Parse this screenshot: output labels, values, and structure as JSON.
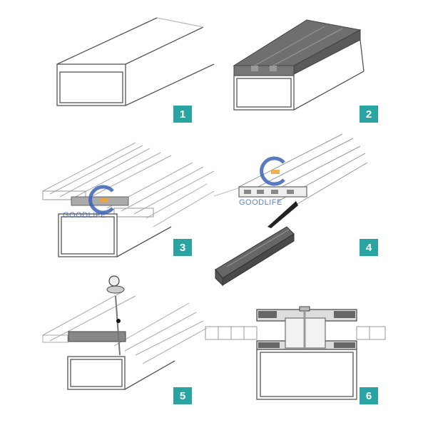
{
  "colors": {
    "badge": "#2aa3a3",
    "outline": "#555555",
    "light_outline": "#9a9a9a",
    "profile_fill": "#6f6f6f",
    "watermark_blue": "#3b63b7",
    "watermark_orange": "#f2a23b"
  },
  "steps": [
    {
      "number": "1"
    },
    {
      "number": "2"
    },
    {
      "number": "3"
    },
    {
      "number": "4"
    },
    {
      "number": "5"
    },
    {
      "number": "6"
    }
  ],
  "watermark": {
    "text": "GOODLIFE",
    "logo_icon": "g-logo-icon"
  }
}
